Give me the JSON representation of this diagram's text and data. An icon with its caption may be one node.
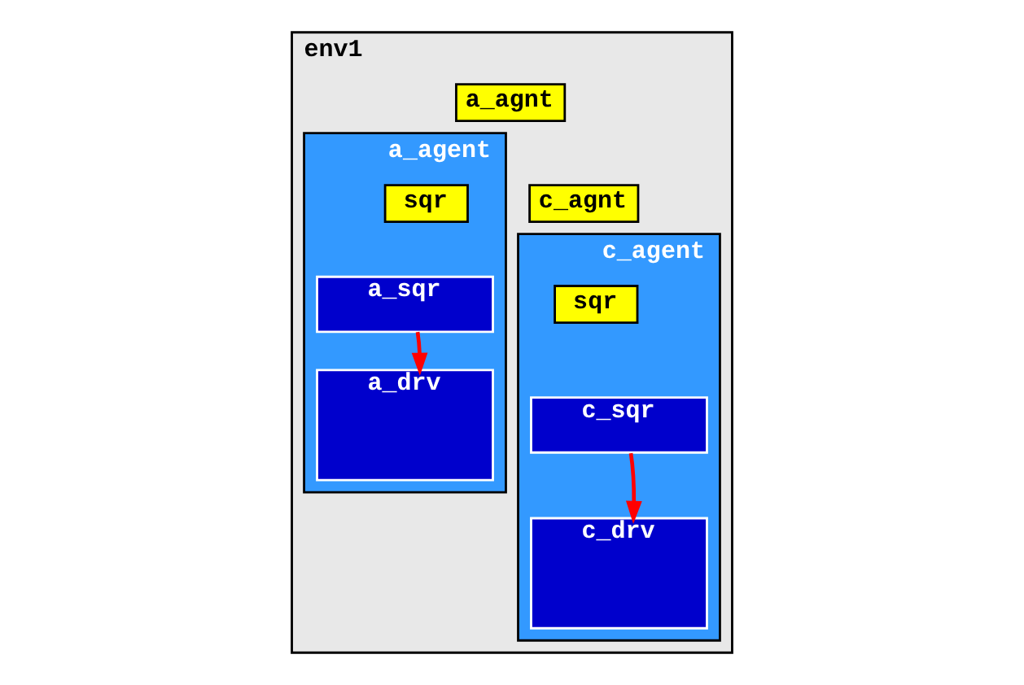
{
  "diagram": {
    "nodes": [
      {
        "text": [
          "env1"
        ]
      },
      {
        "text": [
          "a_agnt"
        ],
        "in": 0
      },
      {
        "text": [
          "a_agent"
        ],
        "in": 0
      },
      {
        "text": [
          "sqr"
        ],
        "in": 2
      },
      {
        "text": [
          "a_sqr"
        ],
        "in": 2
      },
      {
        "text": [
          "a_drv"
        ],
        "in": 2
      },
      {
        "text": [
          "c_agnt"
        ],
        "in": 0
      },
      {
        "text": [
          "c_agent"
        ],
        "in": 0
      },
      {
        "text": [
          "sqr"
        ],
        "in": 7
      },
      {
        "text": [
          "c_sqr"
        ],
        "in": 7
      },
      {
        "text": [
          "c_drv"
        ],
        "in": 7
      }
    ],
    "edges": [
      {
        "from": 4,
        "to": 5,
        "arrow": "to"
      },
      {
        "from": 9,
        "to": 10,
        "arrow": "to"
      }
    ]
  }
}
